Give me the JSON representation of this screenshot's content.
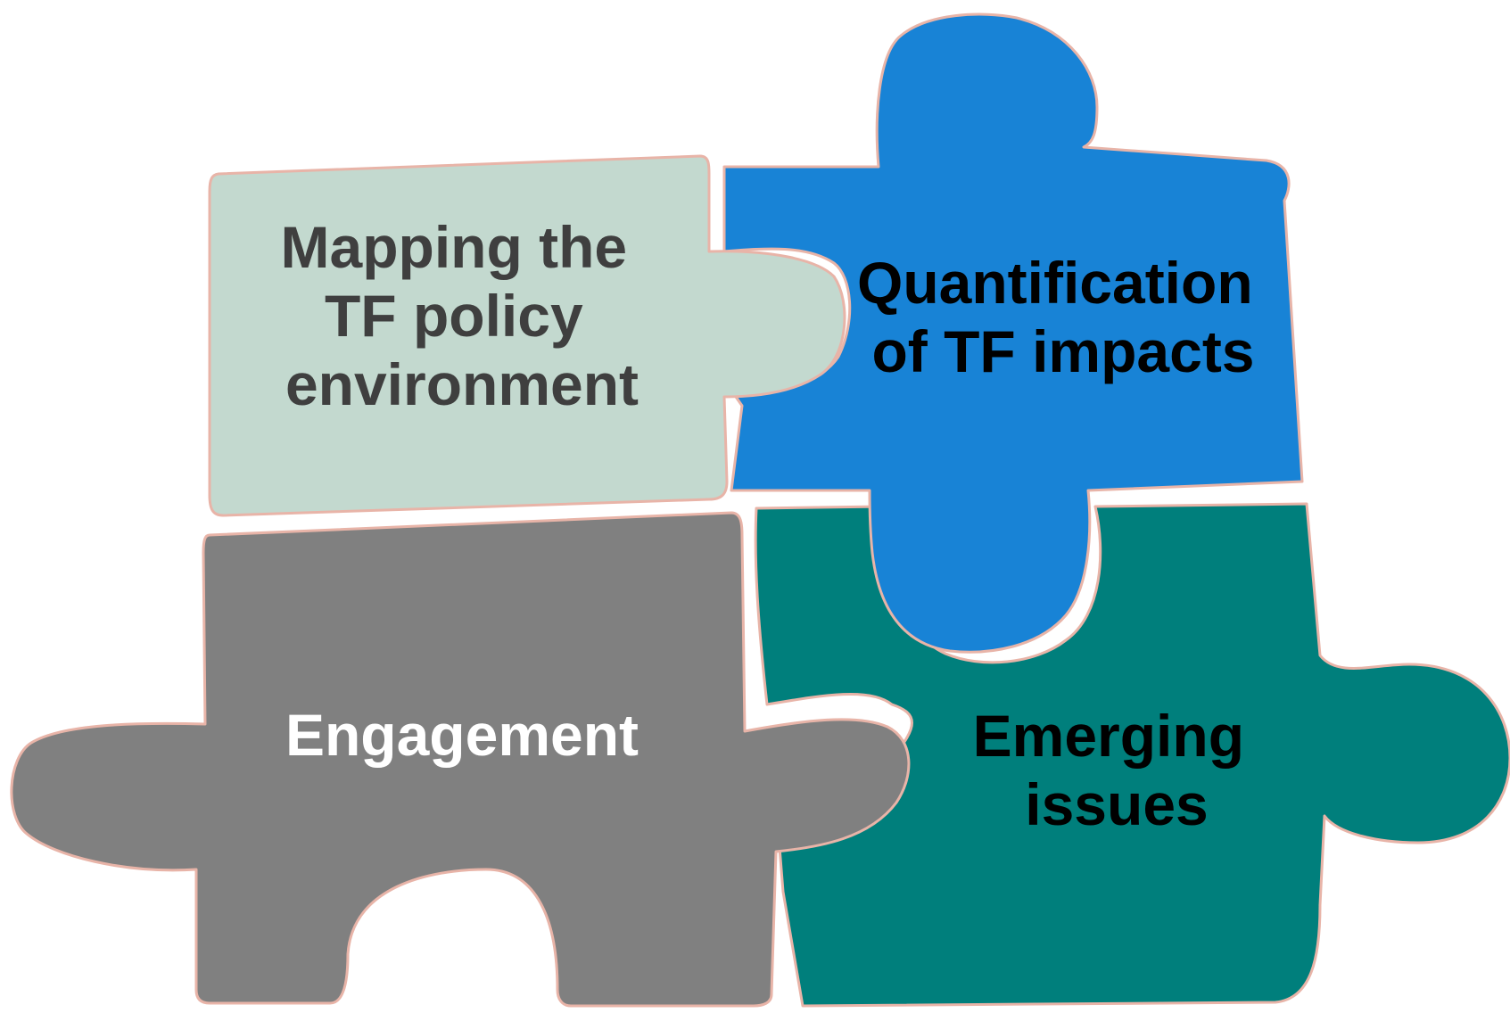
{
  "pieces": {
    "mapping": {
      "lines": [
        "Mapping the",
        "TF policy",
        "environment"
      ],
      "fill": "#c3d9cf",
      "text_color": "#3f3f3f"
    },
    "quantification": {
      "lines": [
        "Quantification",
        "of TF impacts"
      ],
      "fill": "#1883d6",
      "text_color": "#000000"
    },
    "engagement": {
      "lines": [
        "Engagement"
      ],
      "fill": "#808080",
      "text_color": "#ffffff"
    },
    "emerging": {
      "lines": [
        "Emerging",
        "issues"
      ],
      "fill": "#007f7c",
      "text_color": "#000000"
    }
  },
  "outline_color": "#e8b4a8"
}
